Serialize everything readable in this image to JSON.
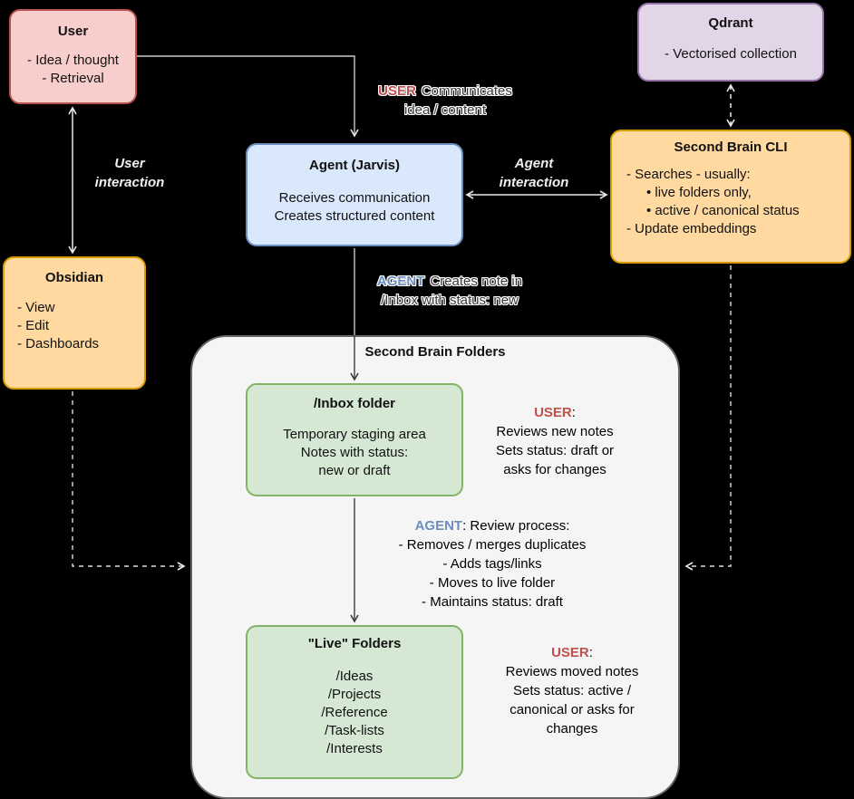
{
  "colors": {
    "canvas_bg": "#000000",
    "user_accent": "#c0504d",
    "agent_accent": "#6c8ebf",
    "user_box_fill": "#f8cecc",
    "qdrant_box_fill": "#e1d5e7",
    "agent_box_fill": "#dae8fc",
    "orange_box_fill": "#ffd9a0",
    "green_box_fill": "#d5e8d4",
    "container_fill": "#f5f5f5"
  },
  "nodes": {
    "user": {
      "title": "User",
      "lines": [
        "- Idea / thought",
        "- Retrieval"
      ]
    },
    "qdrant": {
      "title": "Qdrant",
      "lines": [
        "- Vectorised collection"
      ]
    },
    "agent": {
      "title": "Agent (Jarvis)",
      "lines": [
        "Receives communication",
        "Creates structured content"
      ]
    },
    "cli": {
      "title": "Second Brain CLI",
      "lines": [
        "- Searches - usually:",
        "•  live folders only,",
        "•  active / canonical status",
        "- Update embeddings"
      ]
    },
    "obsidian": {
      "title": "Obsidian",
      "lines": [
        "- View",
        "- Edit",
        "- Dashboards"
      ]
    },
    "folders": {
      "title": "Second Brain Folders"
    },
    "inbox": {
      "title": "/Inbox folder",
      "lines": [
        "Temporary staging area",
        "Notes with status:",
        "new or draft"
      ]
    },
    "live": {
      "title": "\"Live\" Folders",
      "lines": [
        "/Ideas",
        "/Projects",
        "/Reference",
        "/Task-lists",
        "/Interests"
      ]
    }
  },
  "labels": {
    "user_communicates": {
      "actor": "USER",
      "line1": "Communicates",
      "line2": "idea / content"
    },
    "user_interaction": {
      "line1": "User",
      "line2": "interaction"
    },
    "agent_interaction": {
      "line1": "Agent",
      "line2": "interaction"
    },
    "agent_creates": {
      "actor": "AGENT",
      "line1": "Creates note in",
      "line2": "/Inbox with status: new"
    },
    "user_reviews_new": {
      "actor": "USER",
      "suffix": ":",
      "lines": [
        "Reviews new notes",
        "Sets status: draft or",
        "asks for changes"
      ]
    },
    "agent_review": {
      "actor": "AGENT",
      "suffix": ": Review process:",
      "lines": [
        "- Removes / merges duplicates",
        "- Adds tags/links",
        "- Moves to live folder",
        "- Maintains status: draft"
      ]
    },
    "user_reviews_moved": {
      "actor": "USER",
      "suffix": ":",
      "lines": [
        "Reviews moved notes",
        "Sets status: active /",
        "canonical or asks for",
        "changes"
      ]
    }
  }
}
